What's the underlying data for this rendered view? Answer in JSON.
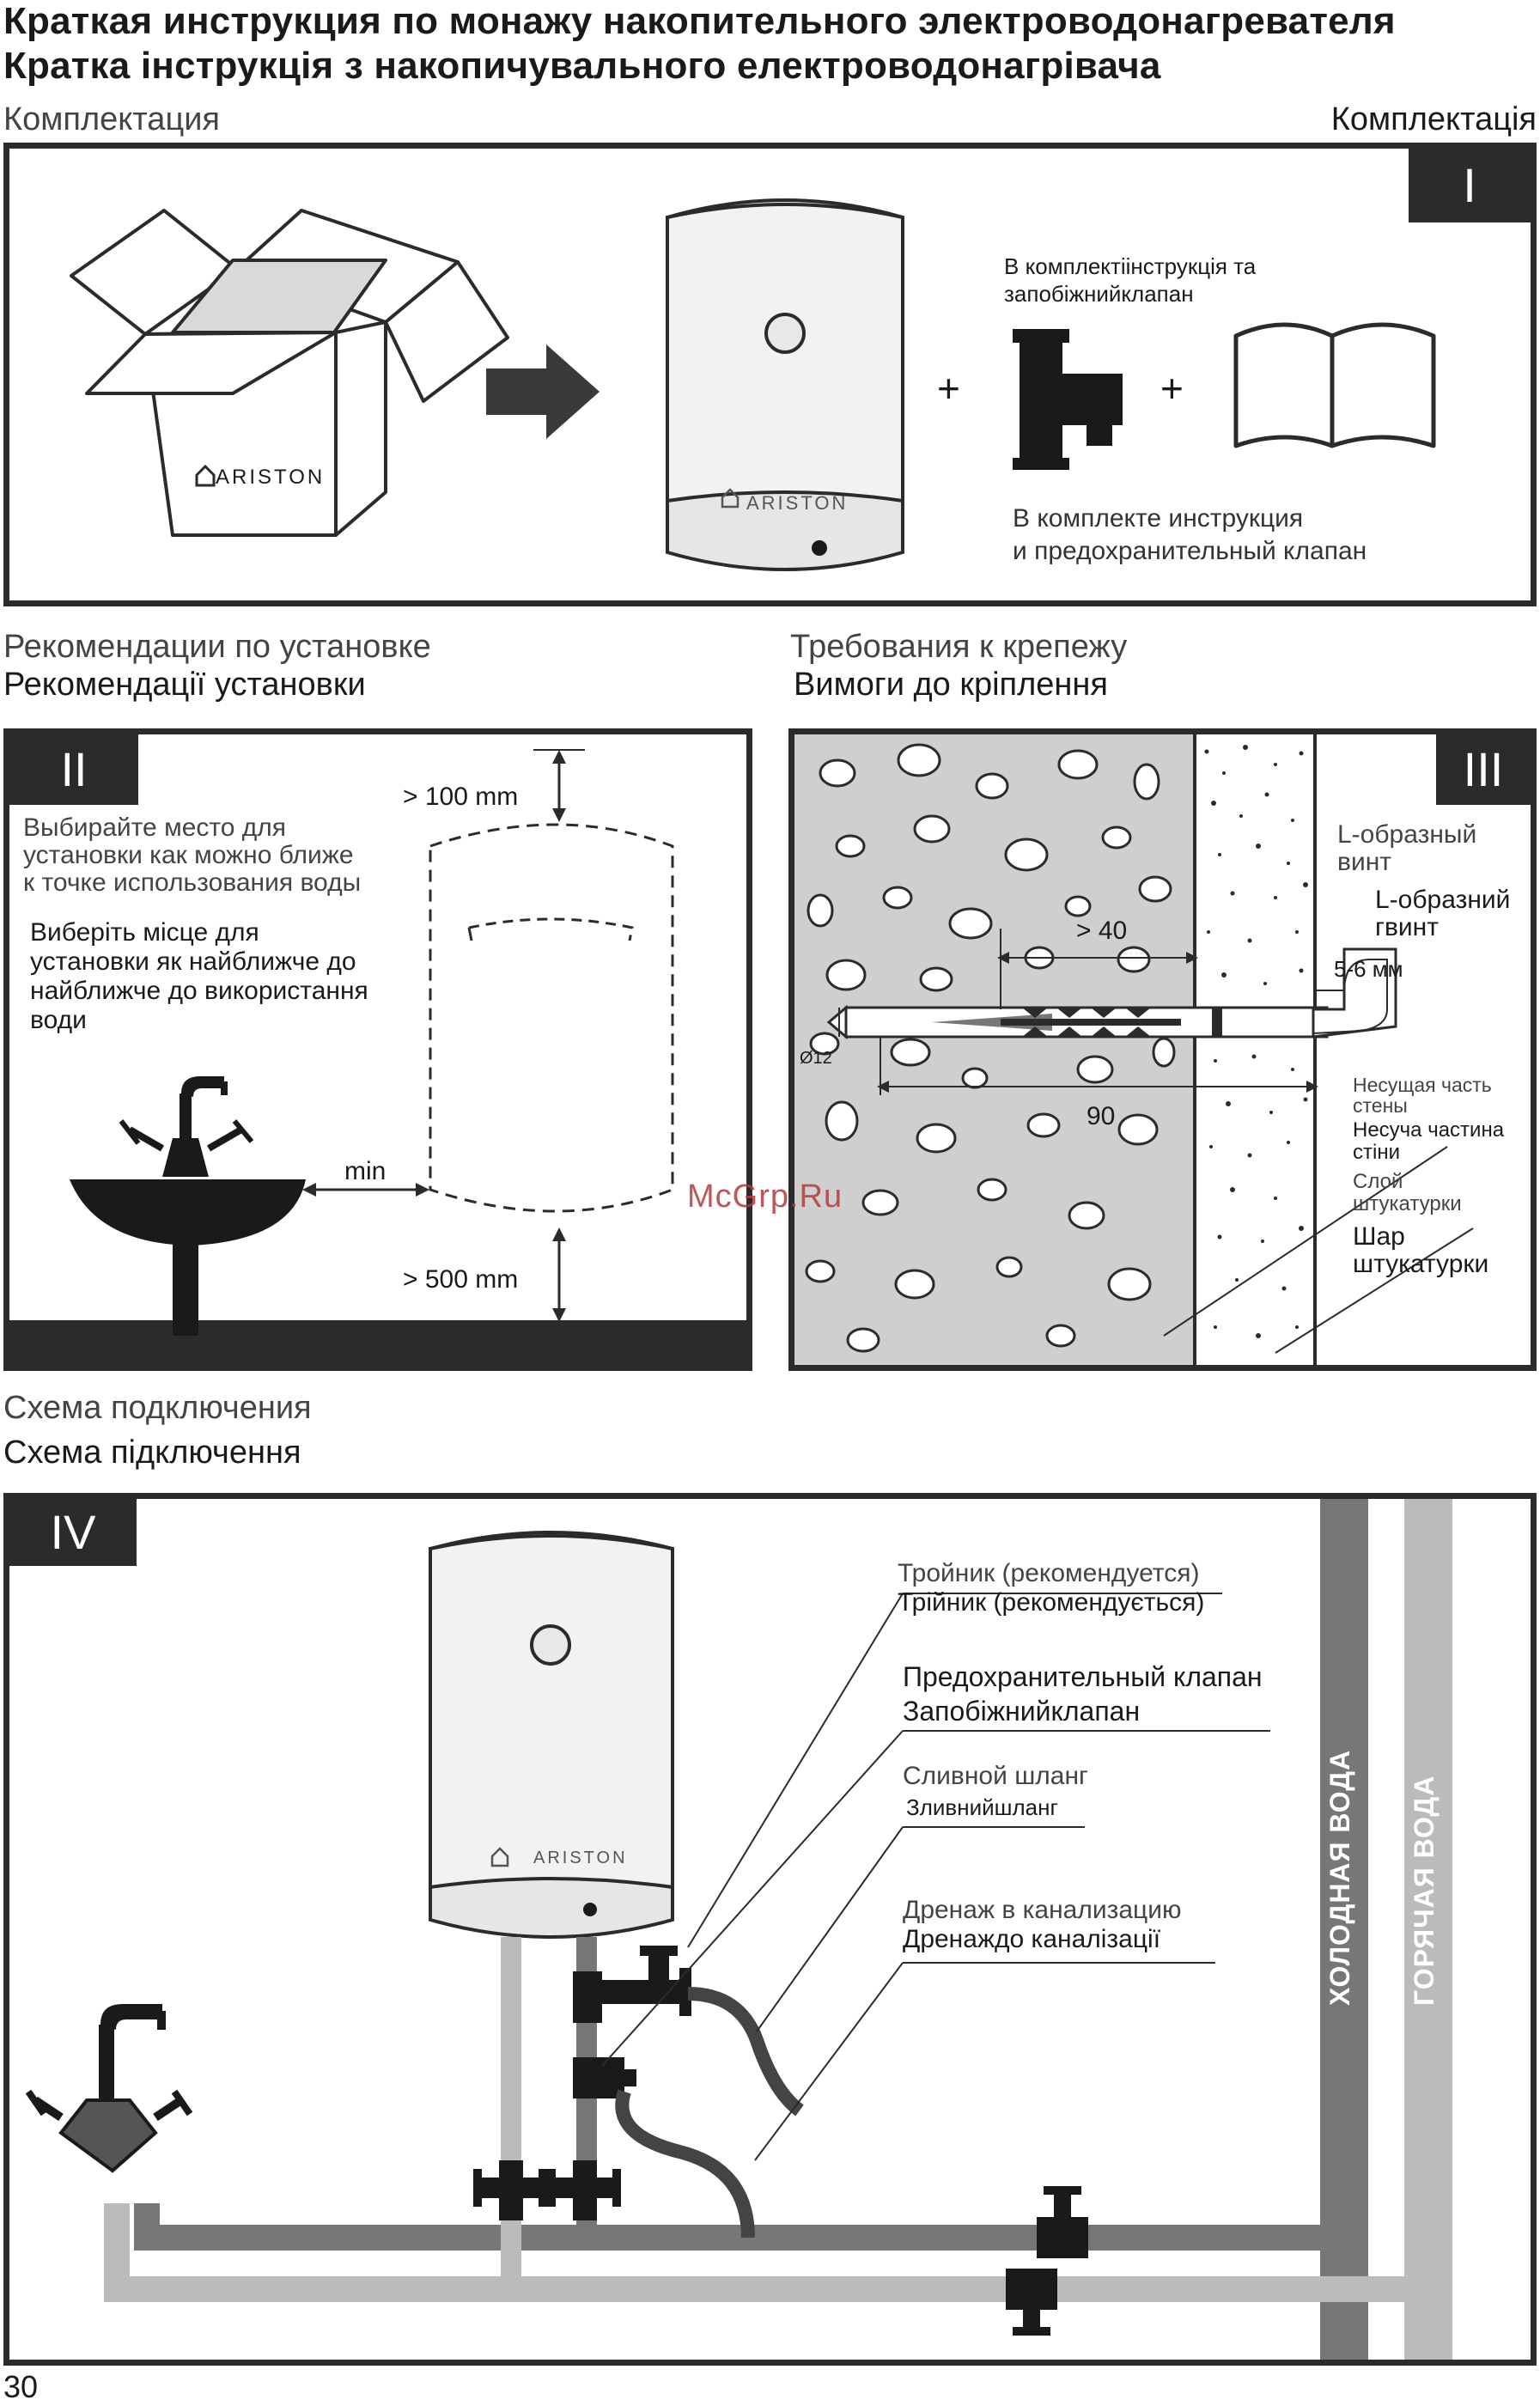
{
  "header": {
    "title_ru": "Краткая инструкция по монажу накопительного электроводонагревателя",
    "title_ua": "Кратка інструкція з накопичувального електроводонагрівача"
  },
  "section1": {
    "label_ru": "Комплектация",
    "label_ua": "Комплектація",
    "tab": "I",
    "box_brand": "ARISTON",
    "heater_brand": "ARISTON",
    "kit_note_ua": [
      "В комплектіінструкція та",
      "запобіжнийклапан"
    ],
    "kit_note_ru": [
      "В комплекте инструкция",
      "и предохранительный клапан"
    ],
    "plus": "+"
  },
  "section2": {
    "label_ru": "Рекомендации по установке",
    "label_ua": "Рекомендації установки",
    "tab": "II",
    "text_ru": [
      "Выбирайте место для",
      "установки как можно ближе",
      "к точке использования воды"
    ],
    "text_ua": [
      "Виберіть місце для",
      "установки як найближче до",
      "найближче до використання",
      "води"
    ],
    "dim_top": "> 100 mm",
    "dim_side": "min",
    "dim_bottom": "> 500 mm"
  },
  "section3": {
    "label_ru": "Требования к крепежу",
    "label_ua": "Вимоги до кріплення",
    "tab": "III",
    "screw_ru": [
      "L-образный",
      "винт"
    ],
    "screw_ua": [
      "L-образний",
      "гвинт"
    ],
    "dim_gap": "5-6 мм",
    "dim_depth": "> 40",
    "dim_diam": "Ø12",
    "dim_len": "90",
    "wall_ru": [
      "Несущая часть",
      "стены"
    ],
    "wall_ua": [
      "Несуча  частина",
      "стіни"
    ],
    "plaster_ru": [
      "Слой",
      "штукатурки"
    ],
    "plaster_ua": [
      "Шар",
      "штукатурки"
    ]
  },
  "watermark": "McGrp.Ru",
  "section4": {
    "label_ru": "Схема подключения",
    "label_ua": "Схема  підключення",
    "tab": "IV",
    "heater_brand": "ARISTON",
    "tee_ru": "Тройник (рекомендуется)",
    "tee_ua": "Трійник (рекомендується)",
    "valve_ru": "Предохранительный клапан",
    "valve_ua": "Запобіжнийклапан",
    "hose_ru": "Сливной шланг",
    "hose_ua": "Зливнийшланг",
    "drain_ru": "Дренаж в канализацию",
    "drain_ua": "Дренаждо каналізації",
    "cold_water": "ХОЛОДНАЯ ВОДА",
    "hot_water": "ГОРЯЧАЯ ВОДА"
  },
  "footer": {
    "page_number": "30"
  }
}
